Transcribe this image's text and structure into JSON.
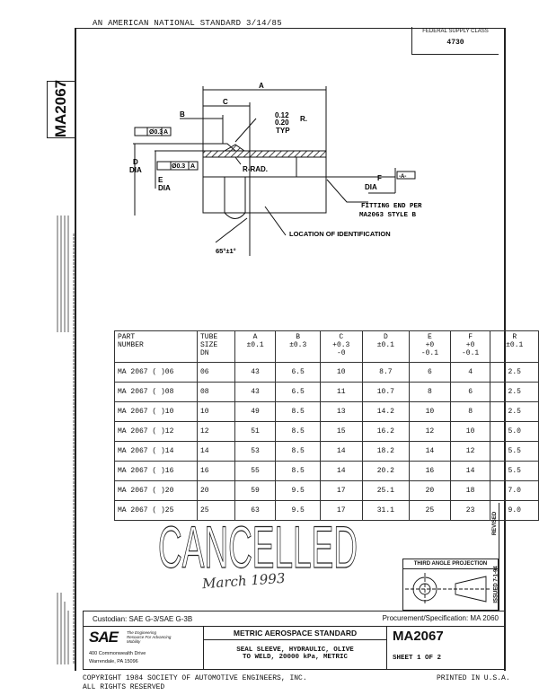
{
  "header": {
    "text": "AN AMERICAN NATIONAL STANDARD 3/14/85"
  },
  "federal_supply": {
    "label": "FEDERAL SUPPLY CLASS",
    "value": "4730"
  },
  "side_mark": "MA2067",
  "drawing": {
    "labels": {
      "a": "A",
      "b": "B",
      "c": "C",
      "radius1": "0.12",
      "radius2": "0.20",
      "radius_r": "R.",
      "typ": "TYP",
      "tol1": "Ø0.3",
      "datum1": "A",
      "tol2": "Ø0.3",
      "datum2": "A",
      "d": "D",
      "dia": "DIA",
      "e": "E",
      "f": "F",
      "rrad": "R-RAD.",
      "datum_a": "-A-",
      "fitting1": "FITTING END PER",
      "fitting2": "MA2063 STYLE B",
      "location": "LOCATION OF IDENTIFICATION",
      "angle": "65°±1°"
    }
  },
  "table": {
    "headers": [
      [
        "PART",
        "NUMBER"
      ],
      [
        "TUBE",
        "SIZE",
        "DN"
      ],
      [
        "A",
        "±0.1"
      ],
      [
        "B",
        "±0.3"
      ],
      [
        "C",
        "+0.3",
        "-0"
      ],
      [
        "D",
        "±0.1"
      ],
      [
        "E",
        "+0",
        "-0.1"
      ],
      [
        "F",
        "+0",
        "-0.1"
      ],
      [
        "R",
        "±0.1"
      ]
    ],
    "rows": [
      [
        "MA 2067 ( )06",
        "06",
        "43",
        "6.5",
        "10",
        "8.7",
        "6",
        "4",
        "2.5"
      ],
      [
        "MA 2067 ( )08",
        "08",
        "43",
        "6.5",
        "11",
        "10.7",
        "8",
        "6",
        "2.5"
      ],
      [
        "MA 2067 ( )10",
        "10",
        "49",
        "8.5",
        "13",
        "14.2",
        "10",
        "8",
        "2.5"
      ],
      [
        "MA 2067 ( )12",
        "12",
        "51",
        "8.5",
        "15",
        "16.2",
        "12",
        "10",
        "5.0"
      ],
      [
        "MA 2067 ( )14",
        "14",
        "53",
        "8.5",
        "14",
        "18.2",
        "14",
        "12",
        "5.5"
      ],
      [
        "MA 2067 ( )16",
        "16",
        "55",
        "8.5",
        "14",
        "20.2",
        "16",
        "14",
        "5.5"
      ],
      [
        "MA 2067 ( )20",
        "20",
        "59",
        "9.5",
        "17",
        "25.1",
        "20",
        "18",
        "7.0"
      ],
      [
        "MA 2067 ( )25",
        "25",
        "63",
        "9.5",
        "17",
        "31.1",
        "25",
        "23",
        "9.0"
      ]
    ]
  },
  "stamp": "CANCELLED",
  "signature": "March 1993",
  "projection": {
    "title": "THIRD ANGLE PROJECTION"
  },
  "revision": {
    "issued": "ISSUED 7-1-94",
    "revised": "REVISED"
  },
  "title_block": {
    "custodian": "Custodian: SAE G-3/SAE G-3B",
    "procurement": "Procurement/Specification: MA 2060",
    "sae_logo": "SAE",
    "sae_tagline": "The Engineering Resource For Advancing Mobility",
    "address1": "400 Commonwealth Drive",
    "address2": "Warrendale, PA 15096",
    "category": "METRIC AEROSPACE STANDARD",
    "title1": "SEAL SLEEVE, HYDRAULIC, OLIVE",
    "title2": "TO WELD, 20000 kPa, METRIC",
    "number": "MA2067",
    "sheet": "SHEET 1 OF 2"
  },
  "footer": {
    "copyright": "COPYRIGHT 1984 SOCIETY OF AUTOMOTIVE ENGINEERS, INC.",
    "rights": "ALL RIGHTS RESERVED",
    "printed": "PRINTED IN U.S.A."
  }
}
